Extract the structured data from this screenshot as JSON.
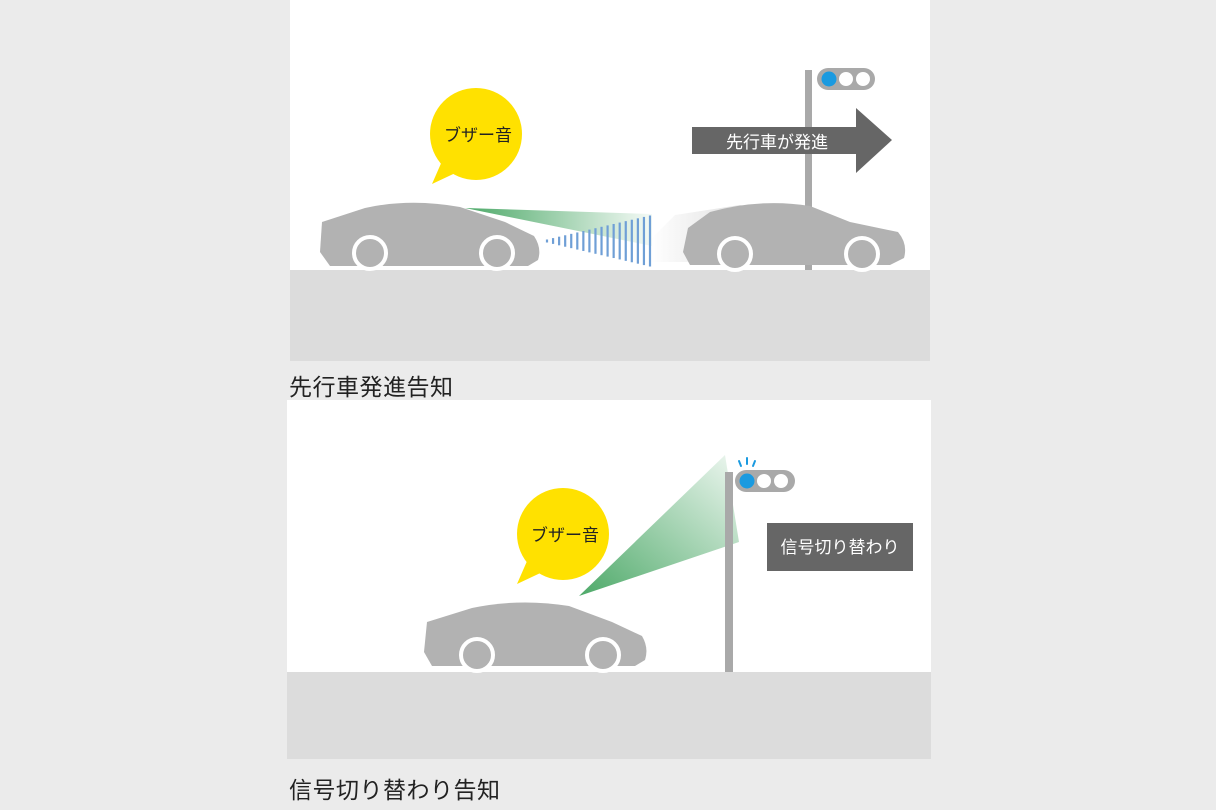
{
  "scenes": [
    {
      "caption": "先行車発進告知",
      "bubble_text": "ブザー音",
      "sign_text": "先行車が発進",
      "sign_type": "arrow-sign",
      "traffic_light": {
        "lit": "blue",
        "lit_color": "#1a9ae0"
      }
    },
    {
      "caption": "信号切り替わり告知",
      "bubble_text": "ブザー音",
      "sign_text": "信号切り替わり",
      "sign_type": "label-box",
      "traffic_light": {
        "lit": "blue",
        "lit_color": "#1a9ae0"
      }
    }
  ],
  "colors": {
    "background": "#ebebeb",
    "road": "#dcdcdc",
    "car": "#b2b2b2",
    "bubble": "#ffe100",
    "sign": "#666666",
    "beam_green": "#2e9a4e",
    "radar_blue": "#6f9fd6"
  }
}
